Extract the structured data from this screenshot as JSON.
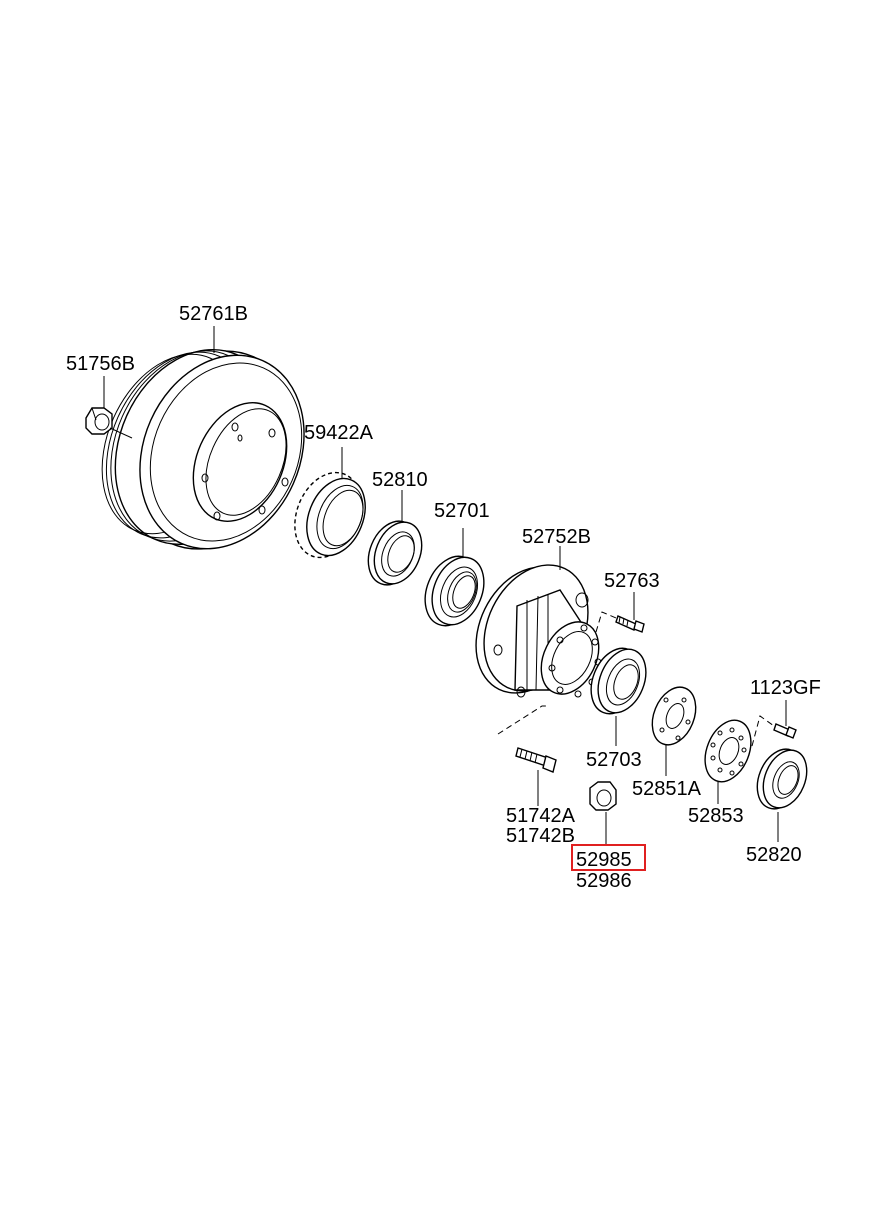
{
  "diagram": {
    "parts": {
      "drum": "52761B",
      "drum_nut": "51756B",
      "tone_wheel": "59422A",
      "seal_inner": "52810",
      "bearing_inner": "52701",
      "hub": "52752B",
      "hub_bolt": "52763",
      "bearing_outer": "52703",
      "hub_bolt_stud_a": "51742A",
      "hub_bolt_stud_b": "51742B",
      "hub_nut_a": "52985",
      "hub_nut_b": "52986",
      "washer": "52851A",
      "lock_plate": "52853",
      "screw": "1123GF",
      "seal_outer": "52820"
    },
    "highlighted_part": "52985",
    "highlight_color": "#e02020",
    "line_color": "#000000",
    "background": "#ffffff"
  }
}
